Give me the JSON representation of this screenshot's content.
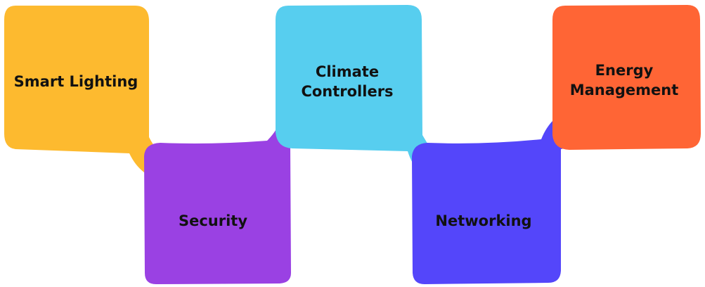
{
  "diagram": {
    "nodes": [
      {
        "id": "smart-lighting",
        "label": "Smart Lighting",
        "color": "#FDBA2F"
      },
      {
        "id": "security",
        "label": "Security",
        "color": "#9A41E3"
      },
      {
        "id": "climate-controllers",
        "label": "Climate\nControllers",
        "color": "#57CEEF"
      },
      {
        "id": "networking",
        "label": "Networking",
        "color": "#5446FA"
      },
      {
        "id": "energy-management",
        "label": "Energy\nManagement",
        "color": "#FF6535"
      }
    ]
  }
}
